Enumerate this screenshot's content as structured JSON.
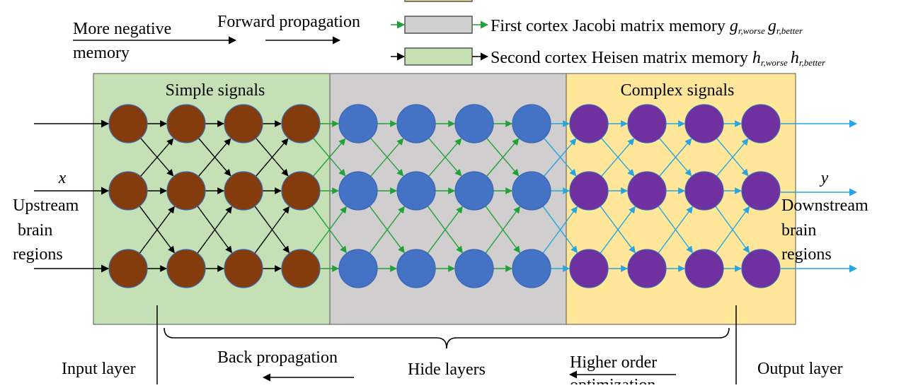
{
  "legend": {
    "more_negative_line1": "More negative",
    "more_negative_line2": "memory",
    "forward_propagation": "Forward propagation",
    "first_cortex": {
      "text": "First cortex Jacobi matrix memory",
      "sym1": "g",
      "sub1": "r,worse",
      "sym2": "g",
      "sub2": "r,better",
      "swatch_color": "#d0d0d0"
    },
    "second_cortex": {
      "text": "Second cortex Heisen matrix memory",
      "sym1": "h",
      "sub1": "r,worse",
      "sym2": "h",
      "sub2": "r,better",
      "swatch_color": "#c6e0b4"
    },
    "top_swatch_color": "#f7dc8c"
  },
  "regions": {
    "simple": {
      "label": "Simple signals",
      "color": "#c5e0b4"
    },
    "hidden": {
      "label": "",
      "color": "#d0cece"
    },
    "complex": {
      "label": "Complex signals",
      "color": "#ffe699"
    }
  },
  "input": {
    "symbol": "x",
    "line1": "Upstream",
    "line2": "brain",
    "line3": "regions"
  },
  "output": {
    "symbol": "y",
    "line1": "Downstream",
    "line2": "brain",
    "line3": "regions"
  },
  "bottom": {
    "input_layer": "Input layer",
    "back_propagation": "Back propagation",
    "hide_layers": "Hide layers",
    "higher_order_line1": "Higher order",
    "higher_order_line2": "optimization",
    "output_layer": "Output layer"
  },
  "network": {
    "columns": 12,
    "rows": 3,
    "node_colors": [
      "#843c0c",
      "#4472c4",
      "#7030a0"
    ],
    "edge_colors": [
      "#000000",
      "#21a139",
      "#26a5e1"
    ]
  }
}
